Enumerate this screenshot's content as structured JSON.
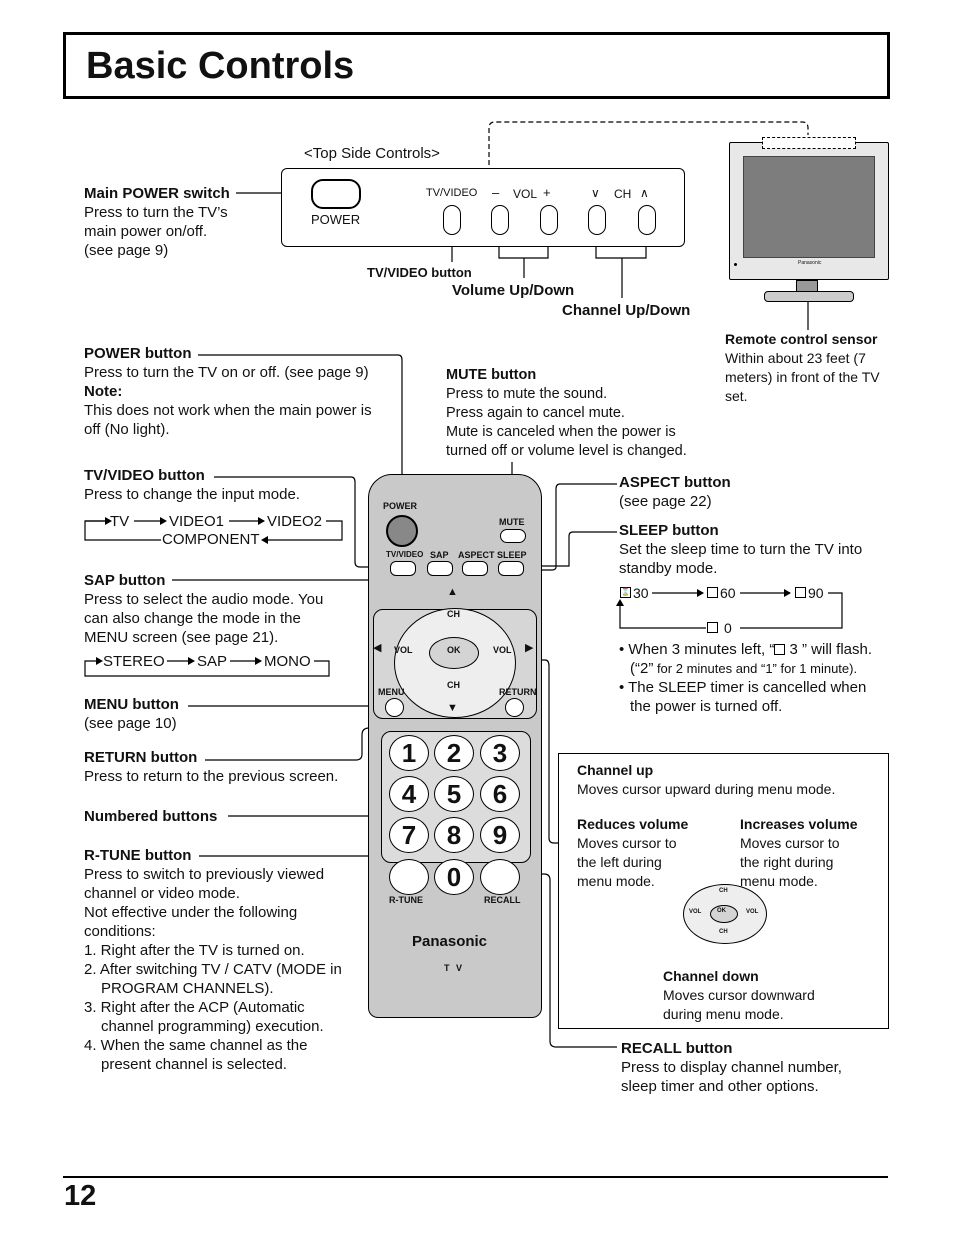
{
  "page": {
    "title": "Basic Controls",
    "page_number": "12"
  },
  "top_side": {
    "heading": "<Top Side Controls>",
    "power_label": "POWER",
    "tvvideo_label": "TV/VIDEO",
    "vol_minus": "–",
    "vol_label": "VOL",
    "vol_plus": "+",
    "ch_down": "∨",
    "ch_label": "CH",
    "ch_up": "∧",
    "callout_tvvideo": "TV/VIDEO button",
    "callout_volume": "Volume Up/Down",
    "callout_channel": "Channel Up/Down"
  },
  "main_power": {
    "title": "Main POWER switch",
    "lines": [
      "Press to turn the TV’s",
      "main power on/off.",
      "(see page 9)"
    ]
  },
  "tv_unit": {
    "brand": "Panasonic"
  },
  "remote_sensor": {
    "title": "Remote control sensor",
    "lines": [
      "Within about 23 feet (7",
      "meters) in front of the TV",
      "set."
    ]
  },
  "power_button": {
    "title": "POWER button",
    "lines": [
      "Press to turn the TV on or off. (see page 9)"
    ],
    "note_label": "Note:",
    "note_lines": [
      "This does not work when the main power is",
      "off (No light)."
    ]
  },
  "mute_button": {
    "title": "MUTE button",
    "lines": [
      "Press to mute the sound.",
      "Press again to cancel mute.",
      "Mute is canceled when the power is",
      "turned off or volume level is changed."
    ]
  },
  "tvvideo_button": {
    "title": "TV/VIDEO button",
    "lines": [
      "Press to change the input mode."
    ],
    "flow": [
      "TV",
      "VIDEO1",
      "VIDEO2",
      "COMPONENT"
    ]
  },
  "aspect_button": {
    "title": "ASPECT button",
    "lines": [
      "(see page 22)"
    ]
  },
  "sleep_button": {
    "title": "SLEEP button",
    "lines": [
      "Set the sleep time to turn the TV into",
      "standby mode."
    ],
    "flow": [
      "30",
      "60",
      "90",
      "0"
    ],
    "bullets": [
      "• When 3 minutes left, “",
      " 3 ” will flash.",
      "(“2”",
      " for 2 minutes and “1” for 1 minute).",
      "• The SLEEP timer is cancelled when",
      "the power is turned off."
    ]
  },
  "sap_button": {
    "title": "SAP button",
    "lines": [
      "Press to select the audio mode. You",
      "can also change the mode in the",
      "MENU screen (see page 21)."
    ],
    "flow": [
      "STEREO",
      "SAP",
      "MONO"
    ]
  },
  "menu_button": {
    "title": "MENU button",
    "lines": [
      "(see page 10)"
    ]
  },
  "return_button": {
    "title": "RETURN button",
    "lines": [
      "Press to return to the previous screen."
    ]
  },
  "numbered_buttons": {
    "title": "Numbered buttons"
  },
  "rtune_button": {
    "title": "R-TUNE button",
    "lines": [
      "Press to switch to previously viewed",
      "channel or video mode.",
      "Not effective under the following",
      "conditions:"
    ],
    "list": [
      [
        "1. Right after the TV is turned on."
      ],
      [
        "2. After switching TV / CATV (MODE in",
        "PROGRAM CHANNELS)."
      ],
      [
        "3. Right after the ACP (Automatic",
        "channel programming) execution."
      ],
      [
        "4. When the same channel as the",
        "present channel is selected."
      ]
    ]
  },
  "menu_mode_box": {
    "channel_up_title": "Channel up",
    "channel_up_text": "Moves cursor upward during menu mode.",
    "reduce_title": "Reduces volume",
    "reduce_lines": [
      "Moves cursor to",
      "the left during",
      "menu mode."
    ],
    "increase_title": "Increases volume",
    "increase_lines": [
      "Moves cursor to",
      "the right during",
      "menu mode."
    ],
    "channel_down_title": "Channel down",
    "channel_down_lines": [
      "Moves cursor downward",
      "during menu mode."
    ]
  },
  "recall_button": {
    "title": "RECALL button",
    "lines": [
      "Press to display channel number,",
      "sleep timer and other options."
    ]
  },
  "remote": {
    "power": "POWER",
    "mute": "MUTE",
    "tvvideo": "TV/VIDEO",
    "sap": "SAP",
    "aspect": "ASPECT",
    "sleep": "SLEEP",
    "ch": "CH",
    "vol": "VOL",
    "ok": "OK",
    "menu": "MENU",
    "return": "RETURN",
    "digits": [
      "1",
      "2",
      "3",
      "4",
      "5",
      "6",
      "7",
      "8",
      "9",
      "0"
    ],
    "rtune": "R-TUNE",
    "recall": "RECALL",
    "brand": "Panasonic",
    "model": "T V"
  }
}
